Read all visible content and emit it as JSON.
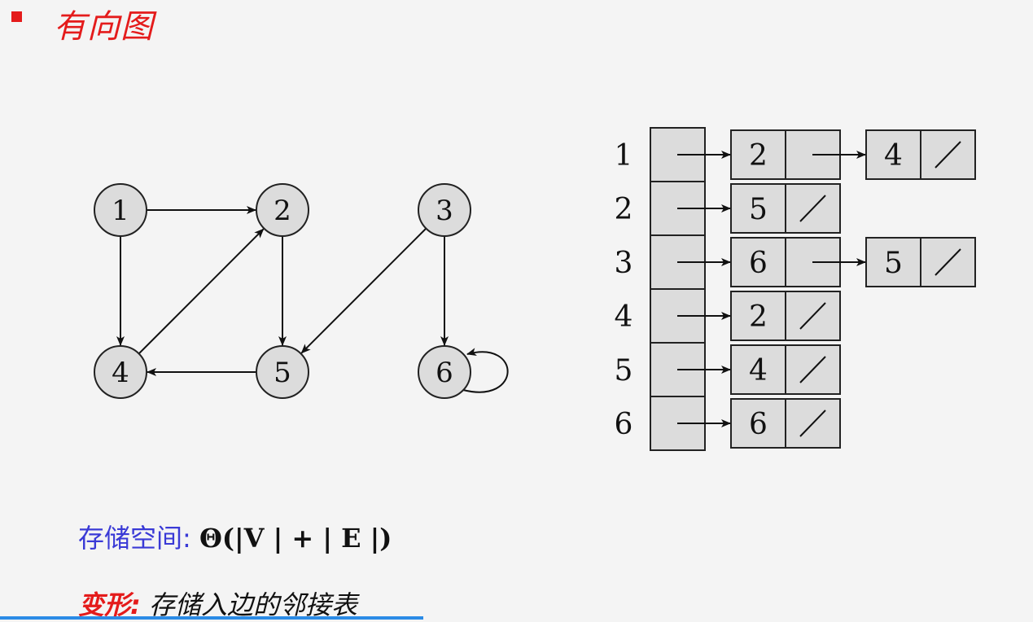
{
  "title": "有向图",
  "graph": {
    "nodes": [
      "1",
      "2",
      "3",
      "4",
      "5",
      "6"
    ],
    "edges": [
      [
        "1",
        "2"
      ],
      [
        "1",
        "4"
      ],
      [
        "2",
        "5"
      ],
      [
        "3",
        "5"
      ],
      [
        "3",
        "6"
      ],
      [
        "4",
        "2"
      ],
      [
        "5",
        "4"
      ],
      [
        "6",
        "6"
      ]
    ]
  },
  "adjacency_list": {
    "rows": [
      {
        "vertex": "1",
        "neighbors": [
          "2",
          "4"
        ]
      },
      {
        "vertex": "2",
        "neighbors": [
          "5"
        ]
      },
      {
        "vertex": "3",
        "neighbors": [
          "6",
          "5"
        ]
      },
      {
        "vertex": "4",
        "neighbors": [
          "2"
        ]
      },
      {
        "vertex": "5",
        "neighbors": [
          "4"
        ]
      },
      {
        "vertex": "6",
        "neighbors": [
          "6"
        ]
      }
    ]
  },
  "storage": {
    "label": "存储空间:",
    "formula": "Θ(|V | + | E |)"
  },
  "variant": {
    "label": "变形:",
    "text": "存储入边的邻接表"
  },
  "colors": {
    "accent": "#e41b1b",
    "label_blue": "#3a3ad6",
    "node_fill": "#dcdcdc",
    "progress": "#2b8be6"
  },
  "progress": 0.41
}
